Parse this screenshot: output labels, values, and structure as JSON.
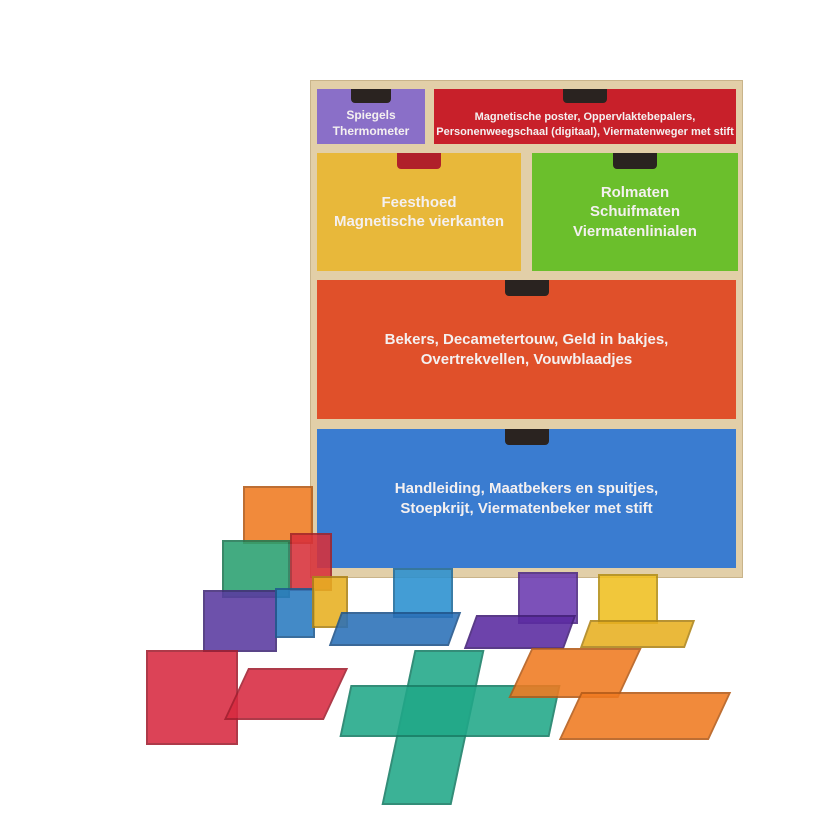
{
  "drawers": {
    "spiegels": {
      "lines": [
        "Spiegels",
        "Thermometer"
      ],
      "color": "#8a6fc8"
    },
    "poster": {
      "lines": [
        "Magnetische poster, Oppervlaktebepalers,",
        "Personenweegschaal (digitaal), Viermatenweger met stift"
      ],
      "color": "#c8202a"
    },
    "feesthoed": {
      "lines": [
        "Feesthoed",
        "Magnetische vierkanten"
      ],
      "color": "#e8b83a"
    },
    "rolmaten": {
      "lines": [
        "Rolmaten",
        "Schuifmaten",
        "Viermatenlinialen"
      ],
      "color": "#6bbf2c"
    },
    "bekers": {
      "lines": [
        "Bekers, Decametertouw, Geld in bakjes,",
        "Overtrekvellen, Vouwblaadjes"
      ],
      "color": "#e0502a"
    },
    "handleiding": {
      "lines": [
        "Handleiding, Maatbekers en spuitjes,",
        "Stoepkrijt, Viermatenbeker met stift"
      ],
      "color": "#3a7cd0"
    }
  }
}
